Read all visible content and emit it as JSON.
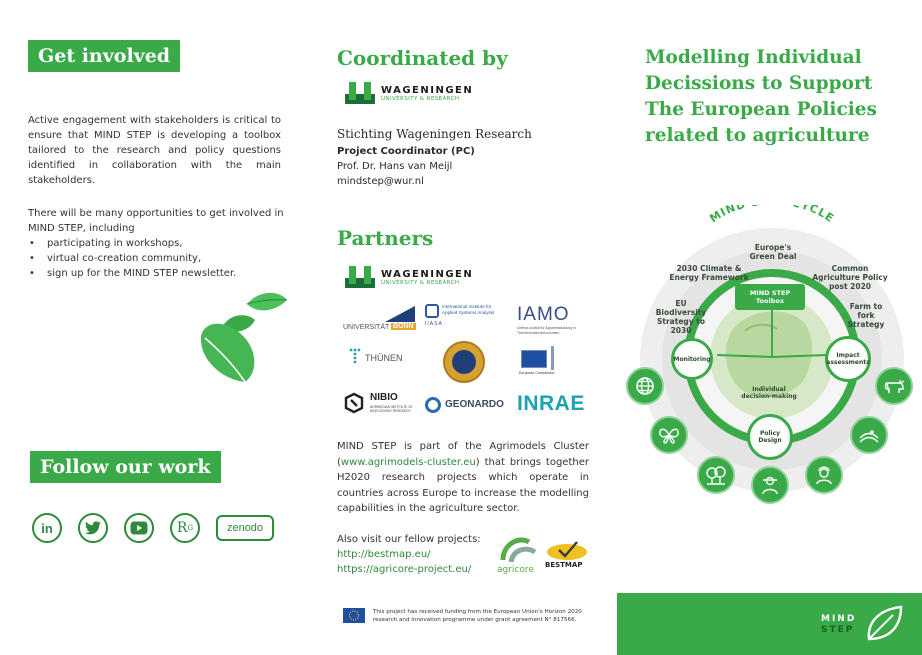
{
  "left": {
    "get_involved_title": "Get involved",
    "paragraph1": "Active engagement with stakeholders is critical to ensure that MIND STEP is developing a toolbox tailored to the research and policy questions identified in collaboration with the main stakeholders.",
    "paragraph2": "There will be many opportunities to get involved in MIND STEP, including",
    "bullets": [
      "participating in workshops,",
      "virtual co-creation community,",
      "sign up for the MIND STEP  newsletter."
    ],
    "follow_title": "Follow our work",
    "social": {
      "linkedin": "in",
      "researchgate": "R",
      "researchgate_sup": "G",
      "zenodo": "zenodo"
    }
  },
  "middle": {
    "coordinated_title": "Coordinated by",
    "wur_name": "WAGENINGEN",
    "wur_sub": "UNIVERSITY & RESEARCH",
    "org": "Stichting Wageningen Research",
    "role": "Project Coordinator (PC)",
    "person": "Prof. Dr. Hans van Meijl",
    "email": "mindstep@wur.nl",
    "partners_title": "Partners",
    "partners": {
      "bonn_a": "UNIVERSITÄT",
      "bonn_b": "BONN",
      "iiasa_name": "International Institute for Applied Systems Analysis",
      "iiasa_short": "IIASA",
      "iamo": "IAMO",
      "iamo_sub": "Leibniz-Institut für Agrarentwicklung in Transformationsökonomien",
      "thuenen": "THÜNEN",
      "ec_label": "European Commission",
      "nibio": "NIBIO",
      "nibio_sub": "NORWEGIAN INSTITUTE OF BIOECONOMY RESEARCH",
      "geonardo": "GEONARDO",
      "inrae": "INRAE"
    },
    "cluster_before": "MIND STEP is part of the Agrimodels Cluster (",
    "cluster_link": "www.agrimodels-cluster.eu",
    "cluster_after": ") that brings together H2020 research projects which operate in countries across Europe to increase the modelling capabilities in the agriculture sector.",
    "visit_text": "Also visit our fellow projects:",
    "link1": "http://bestmap.eu/",
    "link2": "https://agricore-project.eu/",
    "agricore": "agricore",
    "bestmap": "BESTMAP",
    "funding": "This project has received funding from the European Union's Horizon 2020 research and innovation programme under grant agreement N° 817566."
  },
  "right": {
    "title": "Modelling Individual Decissions to Support The European Policies related to agriculture",
    "cycle_title": "MIND STEP CYCLE",
    "labels": {
      "green_deal": "Europe's Green Deal",
      "climate": "2030 Climate & Energy Framework",
      "cap": "Common Agriculture Policy post 2020",
      "biodiversity": "EU Biodiversity Strategy to 2030",
      "farm_fork": "Farm to fork Strategy"
    },
    "nodes": {
      "toolbox": "MIND STEP Toolbox",
      "monitoring": "Monitoring",
      "impact": "Impact assessments",
      "individual": "Individual decision-making",
      "policy": "Policy Design"
    },
    "brand_line1": "MIND",
    "brand_line2": "STEP"
  }
}
